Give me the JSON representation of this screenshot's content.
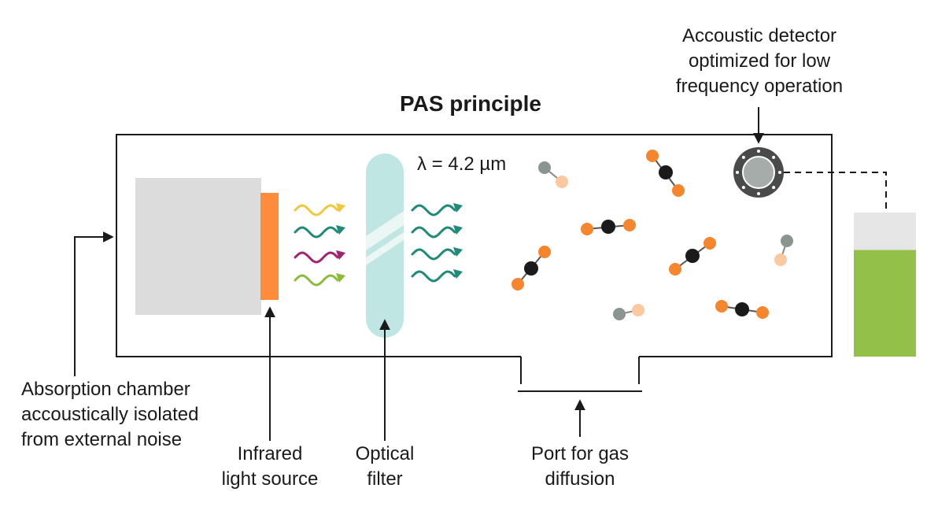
{
  "title": "PAS principle",
  "wavelength_label": "λ = 4.2 µm",
  "labels": {
    "detector": [
      "Accoustic detector",
      "optimized for low",
      "frequency operation"
    ],
    "chamber": [
      "Absorption chamber",
      "accoustically isolated",
      "from external noise"
    ],
    "source": [
      "Infrared",
      "light source"
    ],
    "filter": [
      "Optical",
      "filter"
    ],
    "port": [
      "Port for gas",
      "diffusion"
    ]
  },
  "colors": {
    "outline": "#1a1a1a",
    "source_body": "#dcdcdc",
    "source_emitter": "#ff8c3a",
    "filter_fill": "#bfe6e2",
    "wave_yellow": "#f0c83c",
    "wave_teal": "#1f8a78",
    "wave_magenta": "#a0256e",
    "wave_lime": "#8cbc3c",
    "co2_carbon": "#1a1a1a",
    "co2_oxygen": "#f5862e",
    "other_gas_grey": "#8a9590",
    "other_gas_peach": "#fbc8a0",
    "detector_ring": "#4a4a4a",
    "meter_top": "#e6e6e6",
    "meter_fill": "#92c048"
  },
  "icons": {
    "co2": "co2-molecule-icon",
    "gas": "gas-molecule-icon",
    "detector": "acoustic-detector-icon",
    "meter": "signal-meter-icon",
    "wave": "light-wave-icon"
  },
  "meter_level": 0.74
}
